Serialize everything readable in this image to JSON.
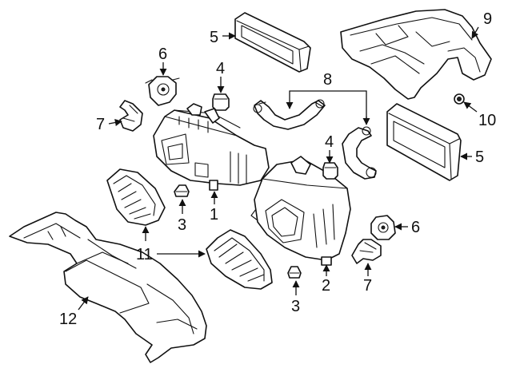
{
  "callouts": {
    "c1": "1",
    "c2": "2",
    "c3a": "3",
    "c3b": "3",
    "c4a": "4",
    "c4b": "4",
    "c5a": "5",
    "c5b": "5",
    "c6a": "6",
    "c6b": "6",
    "c7a": "7",
    "c7b": "7",
    "c8": "8",
    "c9": "9",
    "c10": "10",
    "c11": "11",
    "c12": "12"
  },
  "colors": {
    "line": "#111111",
    "background": "#ffffff"
  }
}
